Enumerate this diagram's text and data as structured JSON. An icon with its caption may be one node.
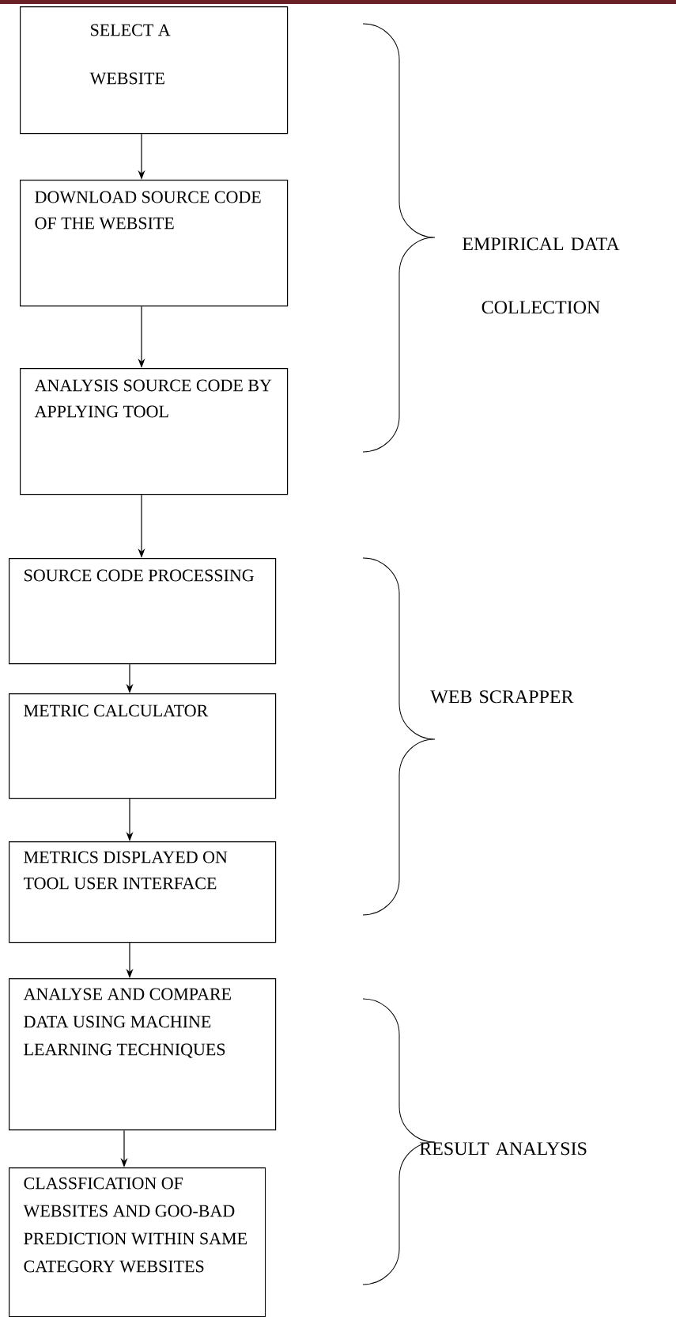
{
  "diagram": {
    "nodes": [
      {
        "text": [
          "SELECT A WEBSITE"
        ]
      },
      {
        "text": [
          "DOWNLOAD SOURCE CODE OF THE WEBSITE"
        ]
      },
      {
        "text": [
          "ANALYSIS SOURCE CODE BY APPLYING TOOL"
        ]
      },
      {
        "text": [
          "SOURCE CODE PROCESSING"
        ]
      },
      {
        "text": [
          "METRIC CALCULATOR"
        ]
      },
      {
        "text": [
          "METRICS DISPLAYED ON TOOL USER INTERFACE"
        ]
      },
      {
        "text": [
          "ANALYSE AND COMPARE DATA USING MACHINE LEARNING TECHNIQUES"
        ]
      },
      {
        "text": [
          "CLASSFICATION OF WEBSITES AND GOO-BAD PREDICTION WITHIN SAME CATEGORY WEBSITES"
        ]
      }
    ],
    "edges": [
      {
        "from": 0,
        "to": 1,
        "arrow": "to"
      },
      {
        "from": 1,
        "to": 2,
        "arrow": "to"
      },
      {
        "from": 2,
        "to": 3,
        "arrow": "to"
      },
      {
        "from": 3,
        "to": 4,
        "arrow": "to"
      },
      {
        "from": 4,
        "to": 5,
        "arrow": "to"
      },
      {
        "from": 5,
        "to": 6,
        "arrow": "to"
      },
      {
        "from": 6,
        "to": 7,
        "arrow": "to"
      }
    ],
    "labels": [
      "EMPIRICAL DATA COLLECTION",
      "WEB SCRAPPER",
      "RESULT ANALYSIS"
    ]
  }
}
